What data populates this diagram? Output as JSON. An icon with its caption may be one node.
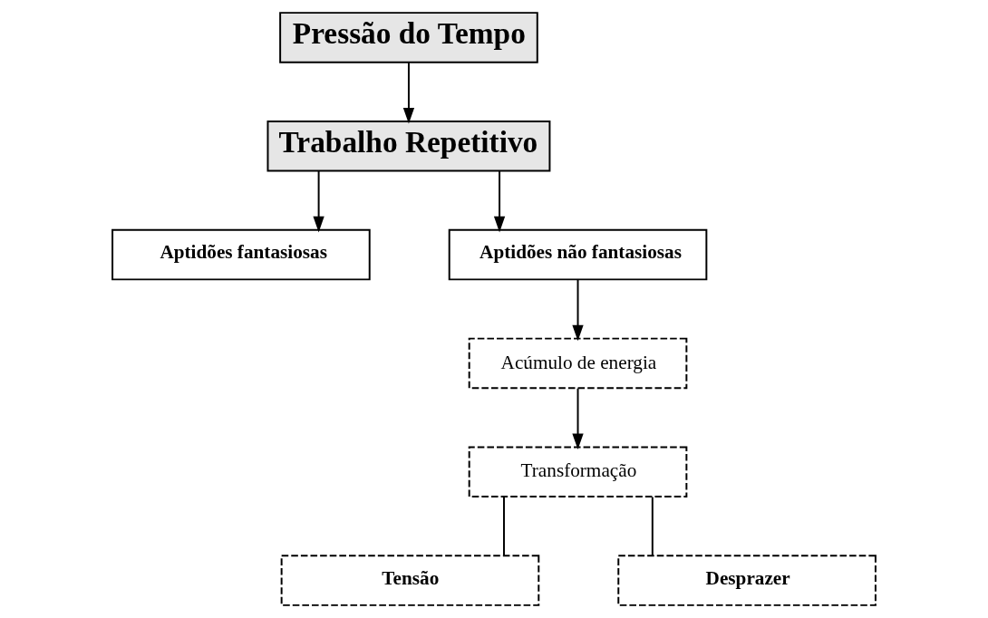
{
  "diagram": {
    "nodes": [
      {
        "text": [
          "Pressão do Tempo"
        ]
      },
      {
        "text": [
          "Trabalho Repetitivo"
        ]
      },
      {
        "text": [
          "Aptidões fantasiosas"
        ]
      },
      {
        "text": [
          "Aptidões não fantasiosas"
        ]
      },
      {
        "text": [
          "Acúmulo de energia"
        ]
      },
      {
        "text": [
          "Transformação"
        ]
      },
      {
        "text": [
          "Tensão"
        ]
      },
      {
        "text": [
          "Desprazer"
        ]
      }
    ],
    "edges": [
      {
        "from": 0,
        "to": 1,
        "arrow": "to"
      },
      {
        "from": 1,
        "to": 2,
        "arrow": "to"
      },
      {
        "from": 1,
        "to": 3,
        "arrow": "to"
      },
      {
        "from": 3,
        "to": 4,
        "arrow": "to"
      },
      {
        "from": 4,
        "to": 5,
        "arrow": "to"
      },
      {
        "from": 5,
        "to": 6,
        "arrow": "none"
      },
      {
        "from": 5,
        "to": 7,
        "arrow": "none"
      }
    ]
  }
}
